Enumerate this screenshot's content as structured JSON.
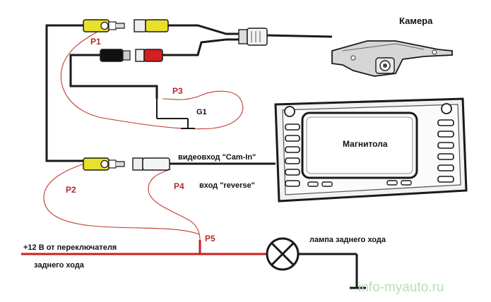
{
  "labels": {
    "camera": "Камера",
    "head_unit": "Магнитола",
    "video_input": "видеовход \"Cam-In\"",
    "reverse_input": "вход \"reverse\"",
    "lamp": "лампа заднего хода",
    "power_line1": "+12 В от переключателя",
    "power_line2": "заднего хода",
    "ground": "G1",
    "p1": "P1",
    "p2": "P2",
    "p3": "P3",
    "p4": "P4",
    "p5": "P5"
  },
  "watermark": "info-myauto.ru",
  "colors": {
    "wire": "#1a1a1a",
    "thin_wire": "#c0392b",
    "power_wire": "#cc1f1f",
    "rca_yellow": "#e8e02a",
    "rca_red": "#d42020",
    "rca_black": "#111111",
    "label_red": "#b52a2a",
    "watermark": "#b8ddb8"
  }
}
